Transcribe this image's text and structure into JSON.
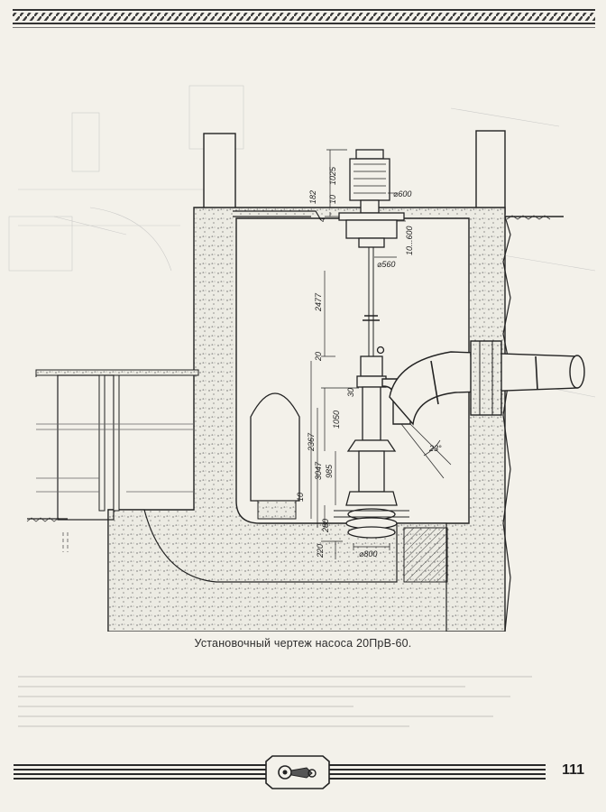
{
  "caption": "Установочный чертеж насоса 20ПрВ-60.",
  "page_number": "111",
  "dimensions": {
    "d600": "⌀600",
    "d560": "⌀560",
    "d800": "⌀800",
    "h1025": "1025",
    "h182": "182",
    "h10a": "10",
    "h4": "4",
    "h10_600": "10...600",
    "h2477": "2477",
    "h20": "20",
    "h30": "30",
    "h1050": "1050",
    "h2367": "2367",
    "h3047": "3047",
    "h985": "985",
    "h10b": "10",
    "h280": "280",
    "h220": "220",
    "angle": "23°"
  }
}
